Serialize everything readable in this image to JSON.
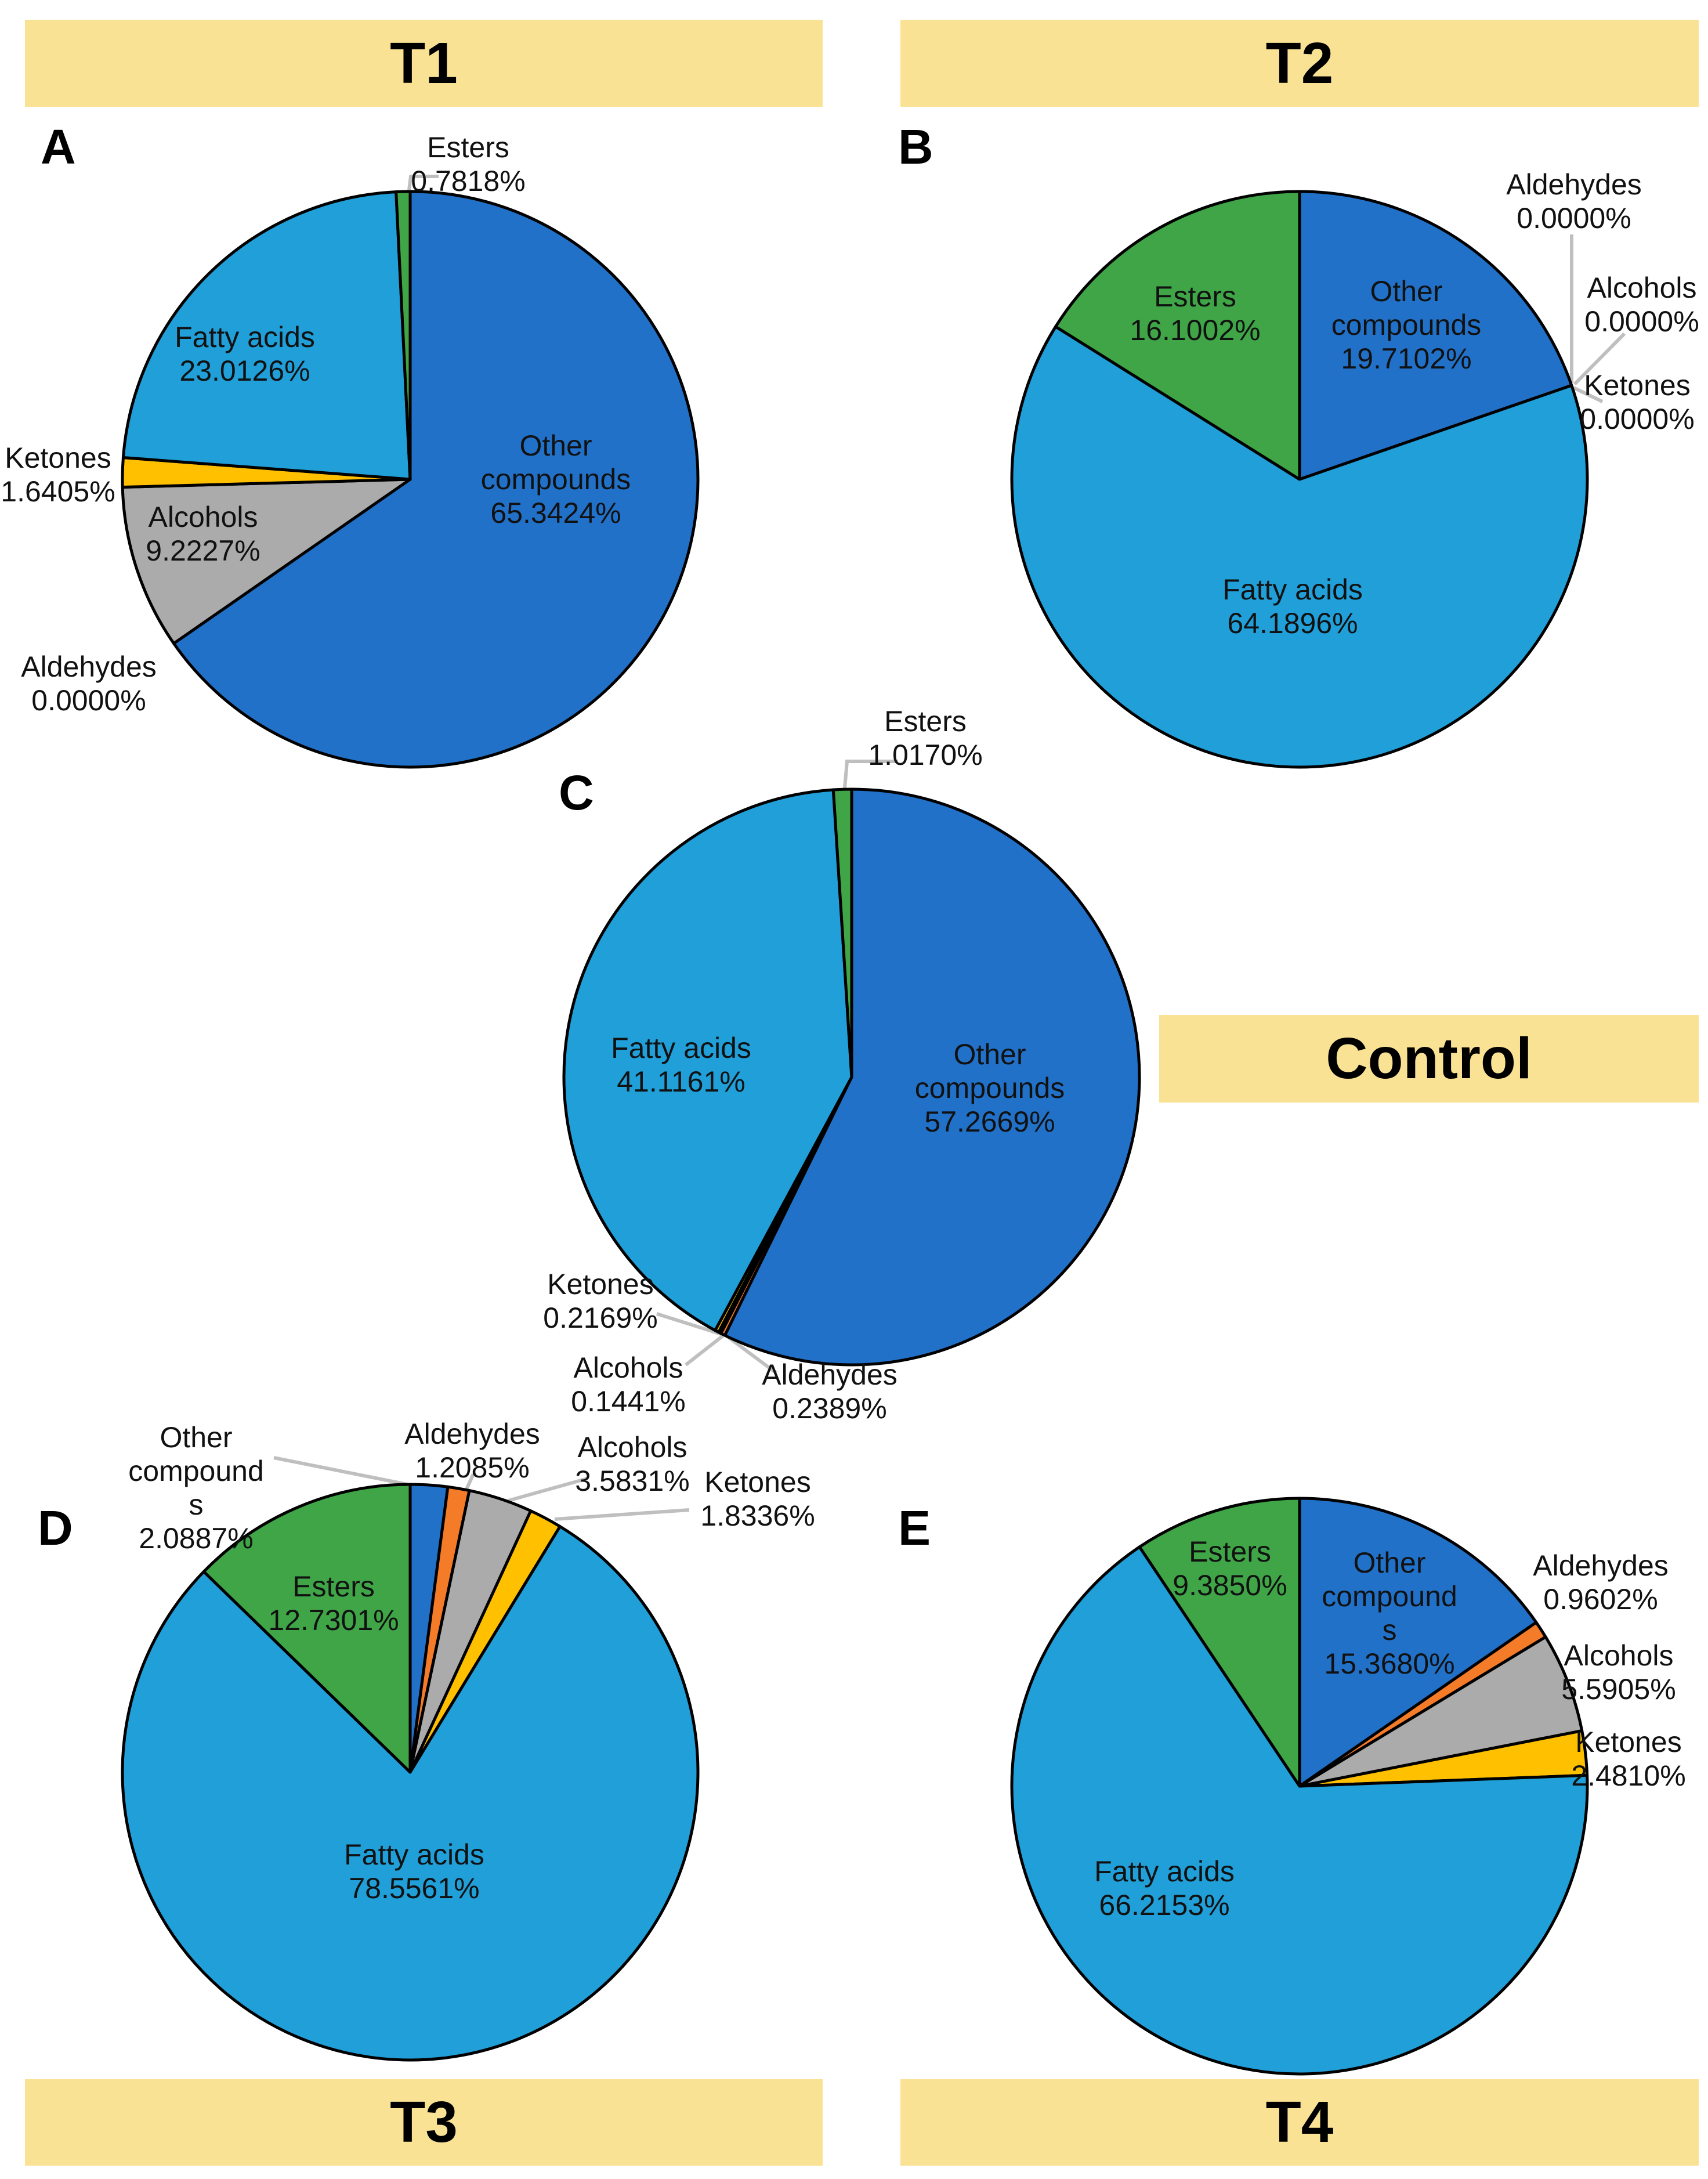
{
  "page": {
    "background": "#FFFFFF",
    "figure_type": "five pie charts of volatile compound classes"
  },
  "palette": {
    "other_compounds": "#2271C9",
    "aldehydes": "#F47B28",
    "alcohols": "#ABABAB",
    "ketones": "#FFC000",
    "fatty_acids": "#209FD9",
    "esters": "#3FA547",
    "slice_border": "#000000",
    "banner_bg": "#FAE294",
    "leader_line": "#BFBFBF",
    "label_text": "#111111"
  },
  "banners": {
    "t1": "T1",
    "t2": "T2",
    "control": "Control",
    "t3": "T3",
    "t4": "T4"
  },
  "chart_data": [
    {
      "type": "pie",
      "panel": "A",
      "treatment": "T1",
      "legend_position": "none",
      "start_angle_deg": 0,
      "direction": "clockwise",
      "slices": [
        {
          "category": "other_compounds",
          "name": "Other\ncompounds",
          "value": 65.3424,
          "value_label": "65.3424%"
        },
        {
          "category": "aldehydes",
          "name": "Aldehydes",
          "value": 0.0,
          "value_label": "0.0000%"
        },
        {
          "category": "alcohols",
          "name": "Alcohols",
          "value": 9.2227,
          "value_label": "9.2227%"
        },
        {
          "category": "ketones",
          "name": "Ketones",
          "value": 1.6405,
          "value_label": "1.6405%"
        },
        {
          "category": "fatty_acids",
          "name": "Fatty acids",
          "value": 23.0126,
          "value_label": "23.0126%"
        },
        {
          "category": "esters",
          "name": "Esters",
          "value": 0.7818,
          "value_label": "0.7818%"
        }
      ]
    },
    {
      "type": "pie",
      "panel": "B",
      "treatment": "T2",
      "legend_position": "none",
      "start_angle_deg": 0,
      "direction": "clockwise",
      "slices": [
        {
          "category": "other_compounds",
          "name": "Other\ncompounds",
          "value": 19.7102,
          "value_label": "19.7102%"
        },
        {
          "category": "aldehydes",
          "name": "Aldehydes",
          "value": 0.0,
          "value_label": "0.0000%"
        },
        {
          "category": "alcohols",
          "name": "Alcohols",
          "value": 0.0,
          "value_label": "0.0000%"
        },
        {
          "category": "ketones",
          "name": "Ketones",
          "value": 0.0,
          "value_label": "0.0000%"
        },
        {
          "category": "fatty_acids",
          "name": "Fatty acids",
          "value": 64.1896,
          "value_label": "64.1896%"
        },
        {
          "category": "esters",
          "name": "Esters",
          "value": 16.1002,
          "value_label": "16.1002%"
        }
      ]
    },
    {
      "type": "pie",
      "panel": "C",
      "treatment": "Control",
      "legend_position": "none",
      "start_angle_deg": 0,
      "direction": "clockwise",
      "slices": [
        {
          "category": "other_compounds",
          "name": "Other\ncompounds",
          "value": 57.2669,
          "value_label": "57.2669%"
        },
        {
          "category": "aldehydes",
          "name": "Aldehydes",
          "value": 0.2389,
          "value_label": "0.2389%"
        },
        {
          "category": "alcohols",
          "name": "Alcohols",
          "value": 0.1441,
          "value_label": "0.1441%"
        },
        {
          "category": "ketones",
          "name": "Ketones",
          "value": 0.2169,
          "value_label": "0.2169%"
        },
        {
          "category": "fatty_acids",
          "name": "Fatty acids",
          "value": 41.1161,
          "value_label": "41.1161%"
        },
        {
          "category": "esters",
          "name": "Esters",
          "value": 1.017,
          "value_label": "1.0170%"
        }
      ]
    },
    {
      "type": "pie",
      "panel": "D",
      "treatment": "T3",
      "legend_position": "none",
      "start_angle_deg": 0,
      "direction": "clockwise",
      "slices": [
        {
          "category": "other_compounds",
          "name": "Other\ncompound\ns",
          "value": 2.0887,
          "value_label": "2.0887%"
        },
        {
          "category": "aldehydes",
          "name": "Aldehydes",
          "value": 1.2085,
          "value_label": "1.2085%"
        },
        {
          "category": "alcohols",
          "name": "Alcohols",
          "value": 3.5831,
          "value_label": "3.5831%"
        },
        {
          "category": "ketones",
          "name": "Ketones",
          "value": 1.8336,
          "value_label": "1.8336%"
        },
        {
          "category": "fatty_acids",
          "name": "Fatty acids",
          "value": 78.5561,
          "value_label": "78.5561%"
        },
        {
          "category": "esters",
          "name": "Esters",
          "value": 12.7301,
          "value_label": "12.7301%"
        }
      ]
    },
    {
      "type": "pie",
      "panel": "E",
      "treatment": "T4",
      "legend_position": "none",
      "start_angle_deg": 0,
      "direction": "clockwise",
      "slices": [
        {
          "category": "other_compounds",
          "name": "Other\ncompound\ns",
          "value": 15.368,
          "value_label": "15.3680%"
        },
        {
          "category": "aldehydes",
          "name": "Aldehydes",
          "value": 0.9602,
          "value_label": "0.9602%"
        },
        {
          "category": "alcohols",
          "name": "Alcohols",
          "value": 5.5905,
          "value_label": "5.5905%"
        },
        {
          "category": "ketones",
          "name": "Ketones",
          "value": 2.481,
          "value_label": "2.4810%"
        },
        {
          "category": "fatty_acids",
          "name": "Fatty acids",
          "value": 66.2153,
          "value_label": "66.2153%"
        },
        {
          "category": "esters",
          "name": "Esters",
          "value": 9.385,
          "value_label": "9.3850%"
        }
      ]
    }
  ]
}
